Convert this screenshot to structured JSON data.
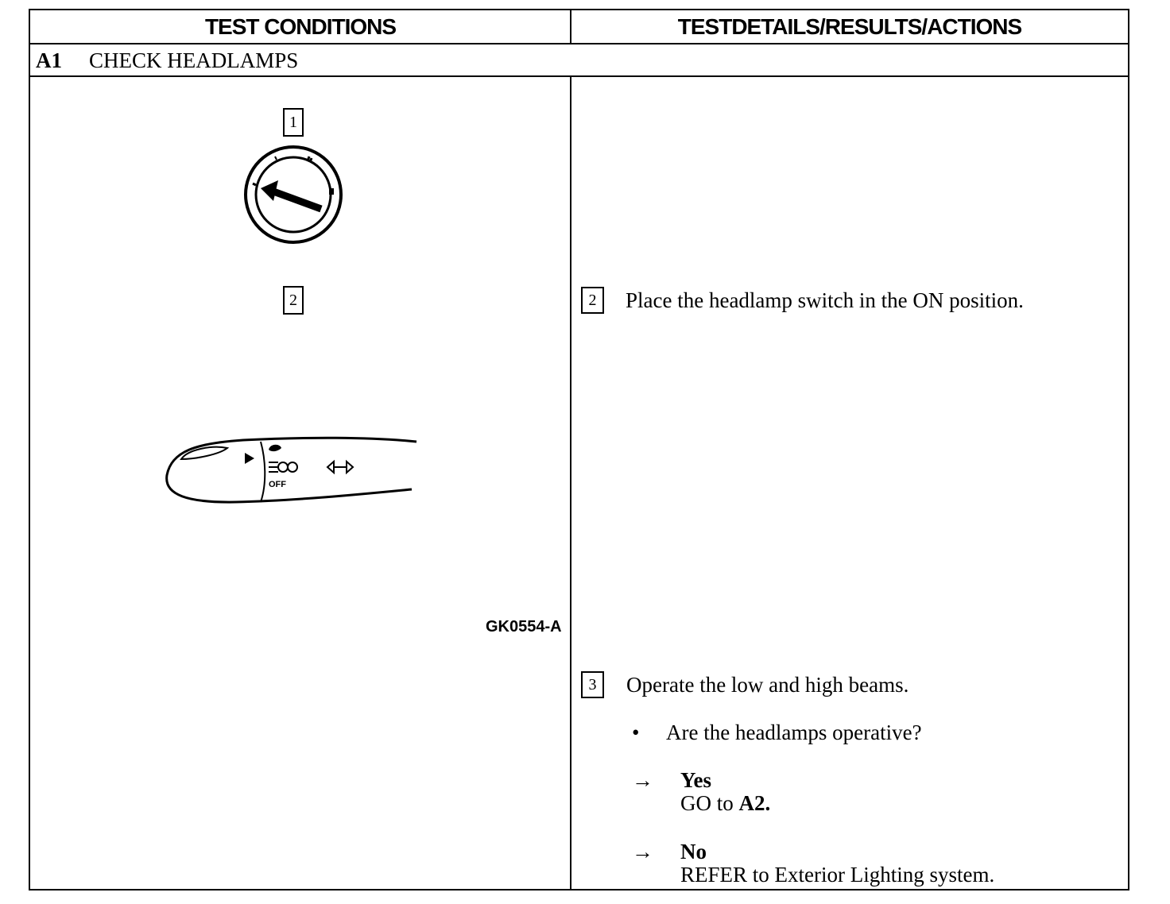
{
  "header": {
    "left_title": "TEST CONDITIONS",
    "right_title": "TESTDETAILS/RESULTS/ACTIONS"
  },
  "section": {
    "id": "A1",
    "title": "CHECK HEADLAMPS"
  },
  "left_column": {
    "step1_label": "1",
    "step2_label": "2",
    "figure_code": "GK0554-A",
    "switch_off_label": "OFF"
  },
  "right_column": {
    "step2": {
      "label": "2",
      "text": "Place the headlamp switch in the ON position."
    },
    "step3": {
      "label": "3",
      "text": "Operate the low and high beams.",
      "bullet": "•",
      "question": "Are the headlamps operative?",
      "answers": [
        {
          "arrow": "→",
          "answer": "Yes",
          "action_prefix": "GO to ",
          "action_target": "A2",
          "action_suffix": "."
        },
        {
          "arrow": "→",
          "answer": "No",
          "action": "REFER to Exterior Lighting system."
        }
      ]
    }
  }
}
